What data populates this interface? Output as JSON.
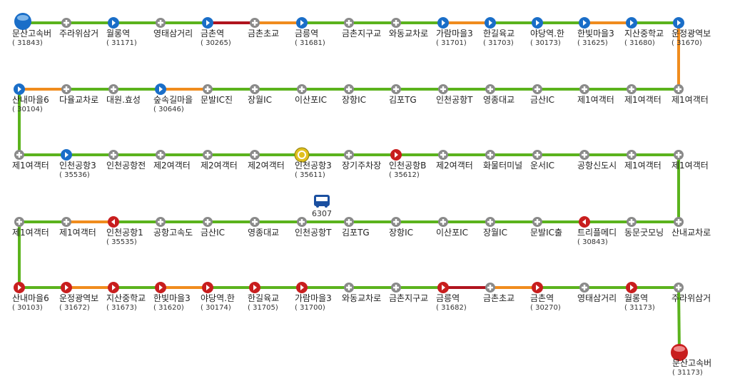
{
  "route": {
    "bus_number": "6307",
    "colors": {
      "free": "#5bb31d",
      "slow": "#f08c1e",
      "jam": "#b0141e",
      "station_pass": "#8a8a8a",
      "stop_forward": "#1a6ec8",
      "stop_backward": "#c81e1e",
      "turnaround": "#e0c020"
    },
    "rows": [
      {
        "stations": [
          {
            "name": "문산고속버",
            "id": "( 31843)",
            "kind": "start"
          },
          {
            "name": "주라위삼거",
            "id": "",
            "kind": "pass"
          },
          {
            "name": "월롱역",
            "id": "( 31171)",
            "kind": "stop"
          },
          {
            "name": "영태삼거리",
            "id": "",
            "kind": "pass"
          },
          {
            "name": "금촌역",
            "id": "( 30265)",
            "kind": "stop"
          },
          {
            "name": "금촌초교",
            "id": "",
            "kind": "pass"
          },
          {
            "name": "금릉역",
            "id": "( 31681)",
            "kind": "stop"
          },
          {
            "name": "금촌지구교",
            "id": "",
            "kind": "pass"
          },
          {
            "name": "와동교차로",
            "id": "",
            "kind": "pass"
          },
          {
            "name": "가람마을3",
            "id": "( 31701)",
            "kind": "stop"
          },
          {
            "name": "한길육교",
            "id": "( 31703)",
            "kind": "stop"
          },
          {
            "name": "야당역.한",
            "id": "( 30173)",
            "kind": "stop"
          },
          {
            "name": "한빛마을3",
            "id": "( 31625)",
            "kind": "stop"
          },
          {
            "name": "지산중학교",
            "id": "( 31680)",
            "kind": "stop"
          },
          {
            "name": "운정광역보",
            "id": "( 31670)",
            "kind": "stop"
          }
        ],
        "segments": [
          "free",
          "free",
          "free",
          "free",
          "jam",
          "slow",
          "free",
          "free",
          "free",
          "slow",
          "free",
          "free",
          "slow",
          "free"
        ]
      },
      {
        "stations": [
          {
            "name": "제1여객터",
            "id": "",
            "kind": "pass"
          },
          {
            "name": "제1여객터",
            "id": "",
            "kind": "pass"
          },
          {
            "name": "제1여객터",
            "id": "",
            "kind": "pass"
          },
          {
            "name": "금산IC",
            "id": "",
            "kind": "pass"
          },
          {
            "name": "영종대교",
            "id": "",
            "kind": "pass"
          },
          {
            "name": "인천공항T",
            "id": "",
            "kind": "pass"
          },
          {
            "name": "김포TG",
            "id": "",
            "kind": "pass"
          },
          {
            "name": "장항IC",
            "id": "",
            "kind": "pass"
          },
          {
            "name": "이산포IC",
            "id": "",
            "kind": "pass"
          },
          {
            "name": "장월IC",
            "id": "",
            "kind": "pass"
          },
          {
            "name": "문발IC진",
            "id": "",
            "kind": "pass"
          },
          {
            "name": "숲속길마을",
            "id": "( 30646)",
            "kind": "stop"
          },
          {
            "name": "대원.효성",
            "id": "",
            "kind": "pass"
          },
          {
            "name": "다율교차로",
            "id": "",
            "kind": "pass"
          },
          {
            "name": "산내마을6",
            "id": "( 30104)",
            "kind": "stop"
          }
        ],
        "segments": [
          "free",
          "free",
          "free",
          "free",
          "free",
          "free",
          "free",
          "free",
          "free",
          "free",
          "slow",
          "free",
          "free",
          "slow"
        ]
      },
      {
        "stations": [
          {
            "name": "제1여객터",
            "id": "",
            "kind": "pass"
          },
          {
            "name": "인천공항3",
            "id": "( 35536)",
            "kind": "stop"
          },
          {
            "name": "인천공항전",
            "id": "",
            "kind": "pass"
          },
          {
            "name": "제2여객터",
            "id": "",
            "kind": "pass"
          },
          {
            "name": "제2여객터",
            "id": "",
            "kind": "pass"
          },
          {
            "name": "제2여객터",
            "id": "",
            "kind": "pass"
          },
          {
            "name": "인천공항3",
            "id": "( 35611)",
            "kind": "turn"
          },
          {
            "name": "장기주차장",
            "id": "",
            "kind": "pass"
          },
          {
            "name": "인천공항B",
            "id": "( 35612)",
            "kind": "stopback"
          },
          {
            "name": "제2여객터",
            "id": "",
            "kind": "pass"
          },
          {
            "name": "화물터미널",
            "id": "",
            "kind": "pass"
          },
          {
            "name": "운서IC",
            "id": "",
            "kind": "pass"
          },
          {
            "name": "공항신도시",
            "id": "",
            "kind": "pass"
          },
          {
            "name": "제1여객터",
            "id": "",
            "kind": "pass"
          },
          {
            "name": "제1여객터",
            "id": "",
            "kind": "pass"
          }
        ],
        "segments": [
          "free",
          "free",
          "free",
          "free",
          "free",
          "free",
          "free",
          "free",
          "free",
          "free",
          "free",
          "free",
          "free",
          "free"
        ]
      },
      {
        "stations": [
          {
            "name": "산내교차로",
            "id": "",
            "kind": "pass"
          },
          {
            "name": "동문굿모닝",
            "id": "",
            "kind": "pass"
          },
          {
            "name": "트리플메디",
            "id": "( 30843)",
            "kind": "stopback"
          },
          {
            "name": "문발IC출",
            "id": "",
            "kind": "pass"
          },
          {
            "name": "장월IC",
            "id": "",
            "kind": "pass"
          },
          {
            "name": "이산포IC",
            "id": "",
            "kind": "pass"
          },
          {
            "name": "장항IC",
            "id": "",
            "kind": "pass"
          },
          {
            "name": "김포TG",
            "id": "",
            "kind": "pass"
          },
          {
            "name": "인천공항T",
            "id": "",
            "kind": "pass"
          },
          {
            "name": "영종대교",
            "id": "",
            "kind": "pass"
          },
          {
            "name": "금산IC",
            "id": "",
            "kind": "pass"
          },
          {
            "name": "공항고속도",
            "id": "",
            "kind": "pass"
          },
          {
            "name": "인천공항1",
            "id": "( 35535)",
            "kind": "stopback"
          },
          {
            "name": "제1여객터",
            "id": "",
            "kind": "pass"
          },
          {
            "name": "제1여객터",
            "id": "",
            "kind": "pass"
          }
        ],
        "segments": [
          "free",
          "free",
          "free",
          "free",
          "free",
          "free",
          "free",
          "free",
          "free",
          "free",
          "free",
          "free",
          "slow",
          "free"
        ]
      },
      {
        "stations": [
          {
            "name": "산내마을6",
            "id": "( 30103)",
            "kind": "stopback"
          },
          {
            "name": "운정광역보",
            "id": "( 31672)",
            "kind": "stopback"
          },
          {
            "name": "지산중학교",
            "id": "( 31673)",
            "kind": "stopback"
          },
          {
            "name": "한빛마을3",
            "id": "( 31620)",
            "kind": "stopback"
          },
          {
            "name": "야당역.한",
            "id": "( 30174)",
            "kind": "stopback"
          },
          {
            "name": "한길육교",
            "id": "( 31705)",
            "kind": "stopback"
          },
          {
            "name": "가람마을3",
            "id": "( 31700)",
            "kind": "stopback"
          },
          {
            "name": "와동교차로",
            "id": "",
            "kind": "pass"
          },
          {
            "name": "금촌지구교",
            "id": "",
            "kind": "pass"
          },
          {
            "name": "금릉역",
            "id": "( 31682)",
            "kind": "stopback"
          },
          {
            "name": "금촌초교",
            "id": "",
            "kind": "pass"
          },
          {
            "name": "금촌역",
            "id": "( 30270)",
            "kind": "stopback"
          },
          {
            "name": "영태삼거리",
            "id": "",
            "kind": "pass"
          },
          {
            "name": "월롱역",
            "id": "( 31173)",
            "kind": "stopback"
          },
          {
            "name": "주라위삼거",
            "id": "",
            "kind": "pass"
          }
        ],
        "segments": [
          "free",
          "slow",
          "free",
          "slow",
          "free",
          "free",
          "free",
          "free",
          "free",
          "jam",
          "slow",
          "free",
          "free",
          "free"
        ]
      }
    ],
    "end": {
      "name": "문산고속버",
      "id": "( 31173)",
      "kind": "end"
    },
    "connectors": [
      "slow",
      "free",
      "free",
      "free"
    ],
    "end_segment": "free"
  }
}
